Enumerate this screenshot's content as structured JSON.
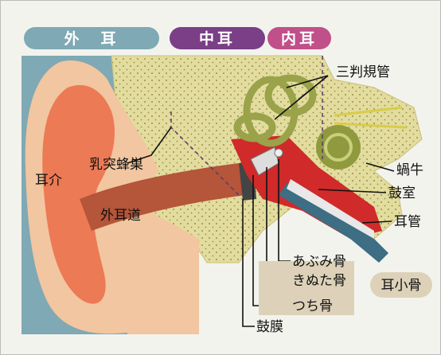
{
  "regions": {
    "outer": {
      "label": "外　耳",
      "color": "#7fa9b4"
    },
    "middle": {
      "label": "中耳",
      "color": "#7a3f86"
    },
    "inner": {
      "label": "内耳",
      "color": "#c0508a"
    }
  },
  "labels": {
    "semicircular": "三判規管",
    "mastoid": "乳突蜂巣",
    "auricle": "耳介",
    "canal": "外耳道",
    "cochlea": "蝸牛",
    "tympanic_cavity": "鼓室",
    "eustachian": "耳管",
    "stapes": "あぶみ骨",
    "incus": "きぬた骨",
    "malleus": "つち骨",
    "eardrum": "鼓膜",
    "ossicles": "耳小骨"
  }
}
